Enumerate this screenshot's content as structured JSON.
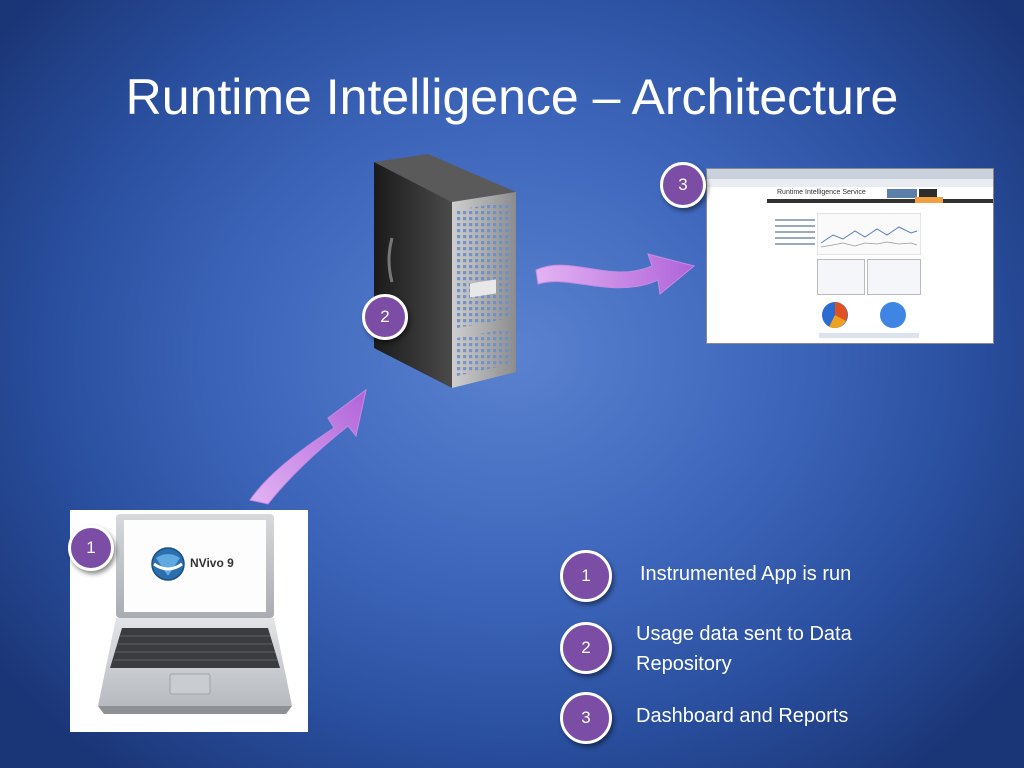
{
  "slide": {
    "title": "Runtime Intelligence – Architecture"
  },
  "diagram": {
    "badges": [
      "1",
      "2",
      "3"
    ],
    "laptop_screen_logo": "NVivo 9",
    "dashboard_header": "Runtime Intelligence Service"
  },
  "legend": [
    {
      "number": "1",
      "text": "Instrumented App is run"
    },
    {
      "number": "2",
      "text": "Usage data sent to Data Repository"
    },
    {
      "number": "3",
      "text": "Dashboard and Reports"
    }
  ],
  "colors": {
    "badge": "#7b4da4",
    "arrow": "#c77de8",
    "background": "#3f68bd"
  }
}
